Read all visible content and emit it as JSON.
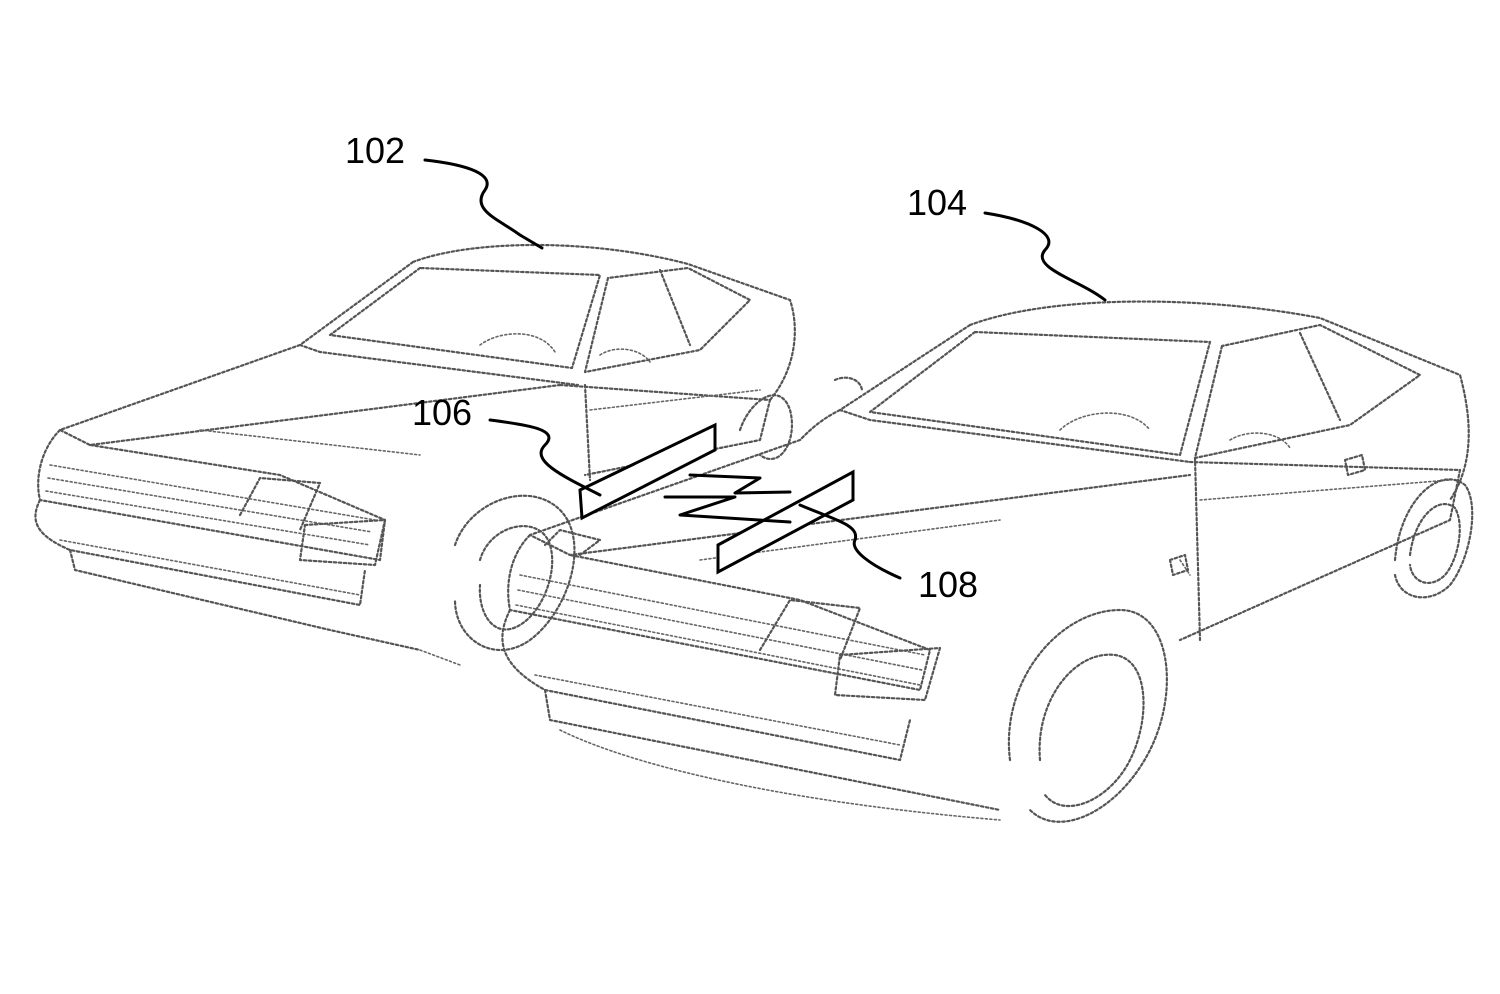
{
  "figure": {
    "labels": {
      "vehicle_a": "102",
      "vehicle_b": "104",
      "device_a": "106",
      "device_b": "108"
    },
    "colors": {
      "background": "#ffffff",
      "outline": "#555555",
      "ink": "#000000"
    },
    "icons": [
      "car-icon",
      "wireless-link-icon"
    ]
  }
}
